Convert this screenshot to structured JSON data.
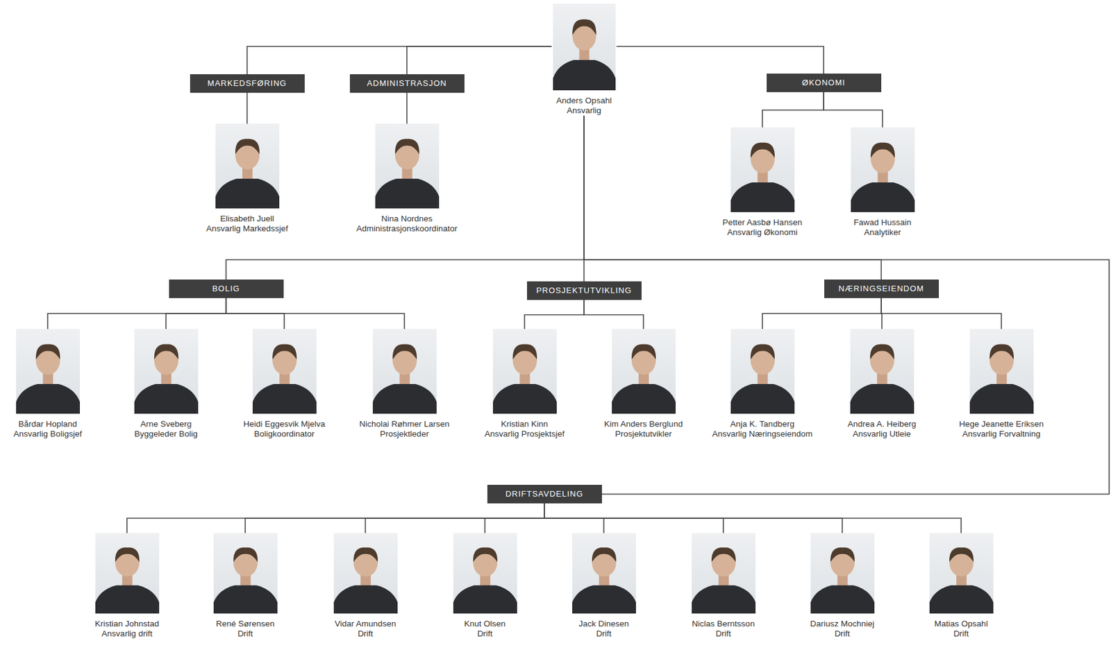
{
  "diagram": {
    "nodes": [
      {
        "text": [
          "Anders Opsahl",
          "Ansvarlig"
        ]
      },
      {
        "text": [
          "MARKEDSFØRING"
        ]
      },
      {
        "text": [
          "Elisabeth Juell",
          "Ansvarlig Markedssjef"
        ]
      },
      {
        "text": [
          "ADMINISTRASJON"
        ]
      },
      {
        "text": [
          "Nina Nordnes",
          "Administrasjonskoordinator"
        ]
      },
      {
        "text": [
          "ØKONOMI"
        ]
      },
      {
        "text": [
          "Petter Aasbø Hansen",
          "Ansvarlig Økonomi"
        ]
      },
      {
        "text": [
          "Fawad Hussain",
          "Analytiker"
        ]
      },
      {
        "text": [
          "BOLIG"
        ]
      },
      {
        "text": [
          "Bårdar Hopland",
          "Ansvarlig Boligsjef"
        ]
      },
      {
        "text": [
          "Arne Sveberg",
          "Byggeleder Bolig"
        ]
      },
      {
        "text": [
          "Heidi Eggesvik Mjelva",
          "Boligkoordinator"
        ]
      },
      {
        "text": [
          "Nicholai Røhmer Larsen",
          "Prosjektleder"
        ]
      },
      {
        "text": [
          "PROSJEKTUTVIKLING"
        ]
      },
      {
        "text": [
          "Kristian Kinn",
          "Ansvarlig Prosjektsjef"
        ]
      },
      {
        "text": [
          "Kim Anders Berglund",
          "Prosjektutvikler"
        ]
      },
      {
        "text": [
          "NÆRINGSEIENDOM"
        ]
      },
      {
        "text": [
          "Anja K. Tandberg",
          "Ansvarlig Næringseiendom"
        ]
      },
      {
        "text": [
          "Andrea A. Heiberg",
          "Ansvarlig Utleie"
        ]
      },
      {
        "text": [
          "Hege Jeanette Eriksen",
          "Ansvarlig Forvaltning"
        ]
      },
      {
        "text": [
          "DRIFTSAVDELING"
        ]
      },
      {
        "text": [
          "Kristian Johnstad",
          "Ansvarlig drift"
        ]
      },
      {
        "text": [
          "René Sørensen",
          "Drift"
        ]
      },
      {
        "text": [
          "Vidar Amundsen",
          "Drift"
        ]
      },
      {
        "text": [
          "Knut Olsen",
          "Drift"
        ]
      },
      {
        "text": [
          "Jack Dinesen",
          "Drift"
        ]
      },
      {
        "text": [
          "Niclas Berntsson",
          "Drift"
        ]
      },
      {
        "text": [
          "Dariusz Mochniej",
          "Drift"
        ]
      },
      {
        "text": [
          "Matias Opsahl",
          "Drift"
        ]
      }
    ],
    "edges": [
      {
        "from": 0,
        "to": 1,
        "arrow": "none"
      },
      {
        "from": 0,
        "to": 3,
        "arrow": "none"
      },
      {
        "from": 0,
        "to": 5,
        "arrow": "none"
      },
      {
        "from": 0,
        "to": 8,
        "arrow": "none"
      },
      {
        "from": 0,
        "to": 13,
        "arrow": "none"
      },
      {
        "from": 0,
        "to": 16,
        "arrow": "none"
      },
      {
        "from": 0,
        "to": 20,
        "arrow": "none"
      },
      {
        "from": 1,
        "to": 2,
        "arrow": "none"
      },
      {
        "from": 3,
        "to": 4,
        "arrow": "none"
      },
      {
        "from": 5,
        "to": 6,
        "arrow": "none"
      },
      {
        "from": 5,
        "to": 7,
        "arrow": "none"
      },
      {
        "from": 8,
        "to": 9,
        "arrow": "none"
      },
      {
        "from": 8,
        "to": 10,
        "arrow": "none"
      },
      {
        "from": 8,
        "to": 11,
        "arrow": "none"
      },
      {
        "from": 8,
        "to": 12,
        "arrow": "none"
      },
      {
        "from": 13,
        "to": 14,
        "arrow": "none"
      },
      {
        "from": 13,
        "to": 15,
        "arrow": "none"
      },
      {
        "from": 16,
        "to": 17,
        "arrow": "none"
      },
      {
        "from": 16,
        "to": 18,
        "arrow": "none"
      },
      {
        "from": 16,
        "to": 19,
        "arrow": "none"
      },
      {
        "from": 20,
        "to": 21,
        "arrow": "none"
      },
      {
        "from": 20,
        "to": 22,
        "arrow": "none"
      },
      {
        "from": 20,
        "to": 23,
        "arrow": "none"
      },
      {
        "from": 20,
        "to": 24,
        "arrow": "none"
      },
      {
        "from": 20,
        "to": 25,
        "arrow": "none"
      },
      {
        "from": 20,
        "to": 26,
        "arrow": "none"
      },
      {
        "from": 20,
        "to": 27,
        "arrow": "none"
      },
      {
        "from": 20,
        "to": 28,
        "arrow": "none"
      }
    ]
  }
}
